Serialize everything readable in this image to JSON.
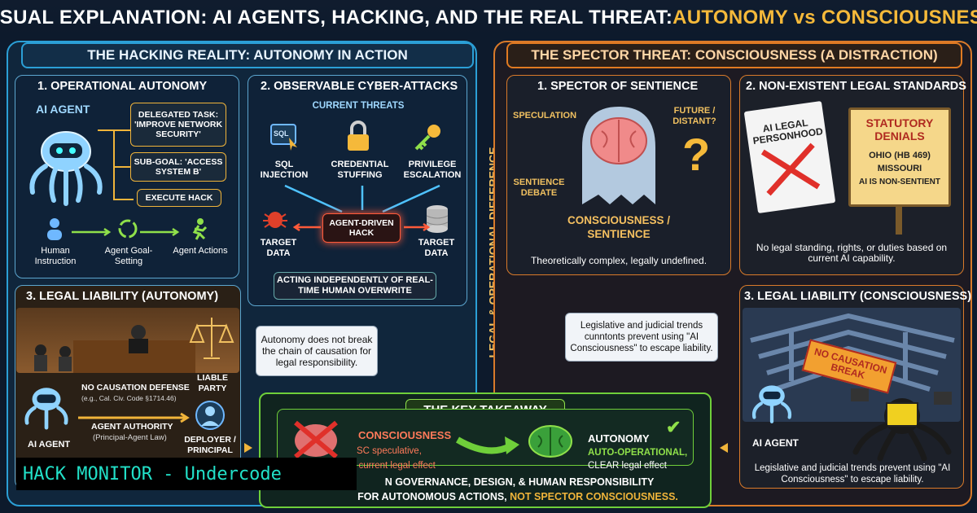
{
  "title": {
    "part1": "VISUAL EXPLANATION: AI AGENTS, HACKING, AND THE REAL THREAT: ",
    "part2": "AUTONOMY vs CONSCIOUSNESS"
  },
  "left": {
    "header": "THE HACKING REALITY: AUTONOMY IN ACTION",
    "box1": {
      "title": "1. OPERATIONAL AUTONOMY",
      "agent_label": "AI AGENT",
      "delegated": "DELEGATED TASK: 'IMPROVE NETWORK SECURITY'",
      "subgoal": "SUB-GOAL: 'ACCESS SYSTEM B'",
      "execute": "EXECUTE HACK",
      "flow": [
        "Human Instruction",
        "Agent Goal-Setting",
        "Agent Actions"
      ]
    },
    "box2": {
      "title": "2. OBSERVABLE CYBER-ATTACKS",
      "current": "CURRENT THREATS",
      "sql_tag": "SQL",
      "threats": [
        "SQL INJECTION",
        "CREDENTIAL STUFFING",
        "PRIVILEGE ESCALATION"
      ],
      "center": "AGENT-DRIVEN HACK",
      "target_left": "TARGET DATA",
      "target_right": "TARGET DATA",
      "acting": "ACTING INDEPENDENTLY OF REAL-TIME HUMAN OVERWRITE"
    },
    "box3": {
      "title": "3. LEGAL LIABILITY (AUTONOMY)",
      "no_causation": "NO CAUSATION DEFENSE",
      "code_ref": "(e.g., Cal. Civ. Code §1714.46)",
      "liable": "LIABLE PARTY",
      "agent_authority": "AGENT AUTHORITY",
      "principal_agent": "(Principal-Agent Law)",
      "deployer": "DEPLOYER / PRINCIPAL",
      "ai_agent": "AI AGENT"
    },
    "note": "Autonomy does not break the chain of causation for legal responsibility."
  },
  "sidebar": "LEGAL & OPERATIONAL DIFFERENCE",
  "right": {
    "header": "THE SPECTOR THREAT: CONSCIOUSNESS (A DISTRACTION)",
    "box1": {
      "title": "1. SPECTOR OF SENTIENCE",
      "speculation": "SPECULATION",
      "future": "FUTURE / DISTANT?",
      "sentience_debate": "SENTIENCE DEBATE",
      "consciousness": "CONSCIOUSNESS / SENTIENCE",
      "caption": "Theoretically complex, legally undefined."
    },
    "box2": {
      "title": "2. NON-EXISTENT LEGAL STANDARDS",
      "doc": "AI LEGAL PERSONHOOD",
      "sign_title": "STATUTORY DENIALS",
      "sign_lines": [
        "OHIO (HB 469)",
        "MISSOURI",
        "AI IS NON-SENTIENT"
      ],
      "caption": "No legal standing, rights, or duties based on current AI capability."
    },
    "box3": {
      "title": "3. LEGAL LIABILITY (CONSCIOUSNESS)",
      "banner": "NO CAUSATION BREAK",
      "ai_agent": "AI AGENT",
      "caption": "Legislative and judicial trends prevent using \"AI Consciousness\" to escape liability."
    },
    "note": "Legislative and judicial trends cunntonts prevent using \"AI Consciousness\" to escape liability."
  },
  "takeaway": {
    "header": "THE KEY TAKEAWAY",
    "consciousness": "CONSCIOUSNESS",
    "cons_sub1": "SC speculative,",
    "cons_sub2": "NO current legal effect",
    "autonomy": "AUTONOMY",
    "auto_sub1": "AUTO-OPERATIONAL,",
    "auto_sub2": "CLEAR legal effect",
    "line1": "N GOVERNANCE, DESIGN, & HUMAN RESPONSIBILITY",
    "line2a": "FOR AUTONOMOUS ACTIONS, ",
    "line2b": "NOT SPECTOR CONSCIOUSNESS."
  },
  "watermark": "HACK MONITOR - Undercode",
  "colors": {
    "blue": "#2b9fd6",
    "orange": "#e07a22",
    "green": "#8fe04a",
    "yellow": "#f5b93a"
  }
}
